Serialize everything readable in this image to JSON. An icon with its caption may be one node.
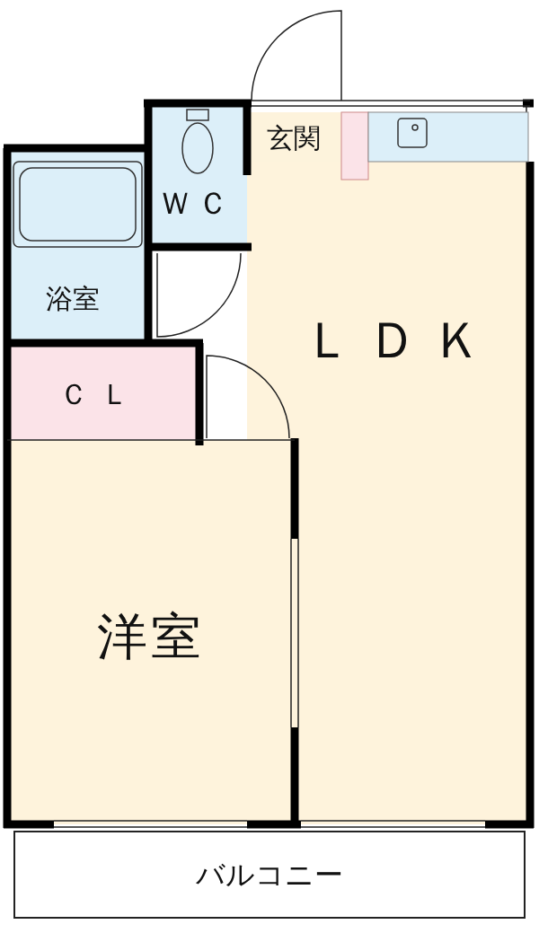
{
  "diagram": {
    "nodes": [
      {
        "text": [
          "ＷＣ"
        ]
      },
      {
        "text": [
          "玄関"
        ]
      },
      {
        "text": [
          "浴室"
        ]
      },
      {
        "text": [
          "ＬＤＫ"
        ]
      },
      {
        "text": [
          "ＣＬ"
        ]
      },
      {
        "text": [
          "洋室"
        ]
      },
      {
        "text": [
          "バルコニー"
        ]
      }
    ]
  }
}
